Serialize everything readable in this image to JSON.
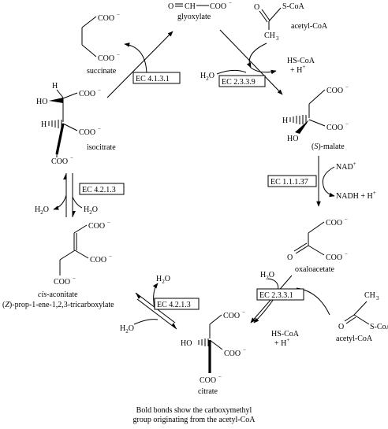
{
  "compounds": {
    "glyoxylate": {
      "name": "glyoxylate",
      "formula_left": "O",
      "formula_mid": "CH",
      "formula_right": "COO"
    },
    "acetyl_coa_top": {
      "name": "acetyl-CoA",
      "s_coa": "S-CoA",
      "ch3": "CH"
    },
    "succinate": {
      "name": "succinate",
      "coo": "COO"
    },
    "isocitrate": {
      "name": "isocitrate",
      "h": "H",
      "ho": "HO",
      "coo": "COO"
    },
    "malate": {
      "name_prefix": "(",
      "name_s": "S",
      "name_suffix": ")-malate",
      "h": "H",
      "ho": "HO",
      "coo": "COO"
    },
    "oxaloacetate": {
      "name": "oxaloacetate",
      "o": "O",
      "coo": "COO"
    },
    "cis_aconitate": {
      "name_italic": "cis",
      "name_rest": "-aconitate",
      "iupac_prefix": "(",
      "iupac_z": "Z",
      "iupac_rest": ")-prop-1-ene-1,2,3-tricarboxylate",
      "coo": "COO"
    },
    "citrate": {
      "name": "citrate",
      "ho": "HO",
      "coo": "COO"
    },
    "acetyl_coa_bottom": {
      "name": "acetyl-CoA",
      "s_coa": "S-CoA",
      "ch3": "CH",
      "o": "O"
    }
  },
  "enzymes": {
    "ec_4_1_3_1": "EC 4.1.3.1",
    "ec_2_3_3_9": "EC 2.3.3.9",
    "ec_1_1_1_37": "EC 1.1.1.37",
    "ec_2_3_3_1": "EC 2.3.3.1",
    "ec_4_2_1_3_left": "EC 4.2.1.3",
    "ec_4_2_1_3_bottom": "EC 4.2.1.3"
  },
  "cofactors": {
    "h2o": "H",
    "hs_coa": "HS-CoA",
    "h_plus": "+ H",
    "nad": "NAD",
    "nadh": "NADH + H",
    "o_sub": "2",
    "sup_minus": "−",
    "sup_plus": "+",
    "sup_3": "3"
  },
  "caption": {
    "line1": "Bold bonds show the carboxymethyl",
    "line2": "group originating from the acetyl-CoA"
  }
}
